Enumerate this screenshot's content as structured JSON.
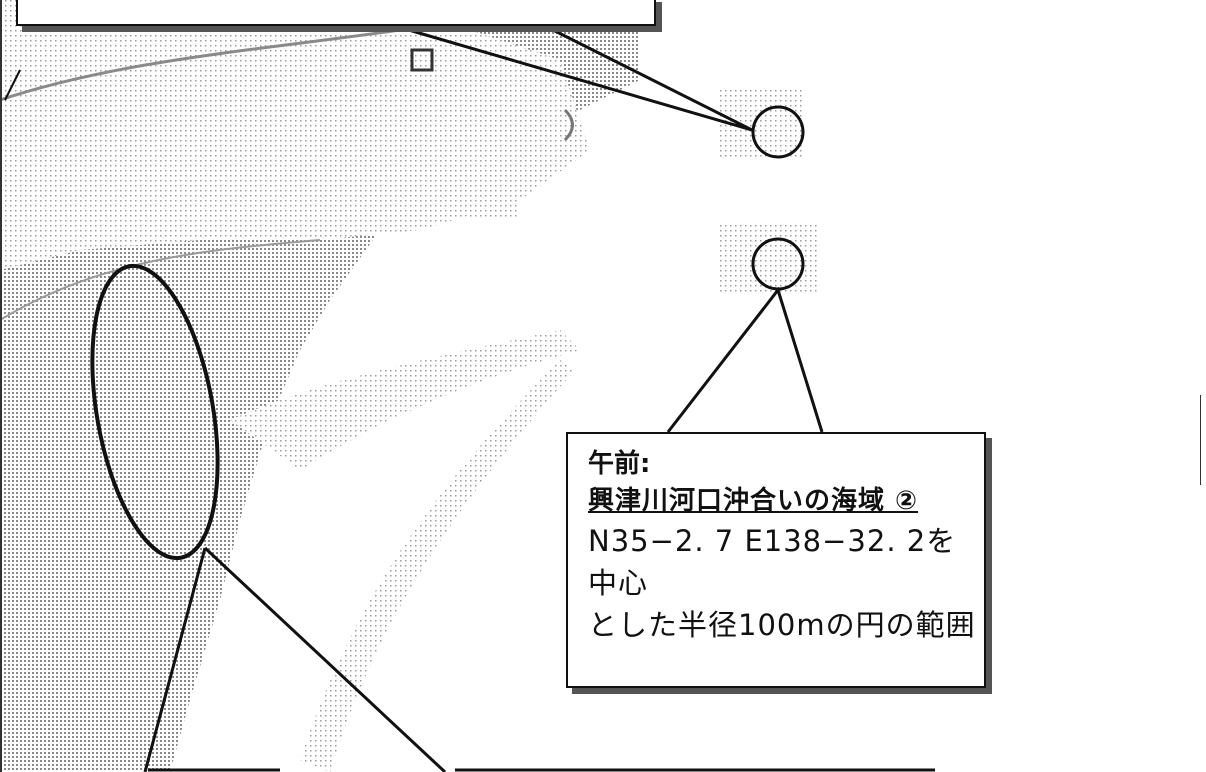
{
  "map_labels": {
    "label_a": "",
    "label_b": ""
  },
  "callout_main": {
    "heading": "午前:",
    "area_name": "興津川河口沖合いの海域 ②",
    "coordinates": "N35−2. 7  E138−32. 2を中心",
    "description": "とした半径100mの円の範囲"
  },
  "colors": {
    "outline": "#111111",
    "shadow": "#555555",
    "map_texture": "#888888"
  }
}
